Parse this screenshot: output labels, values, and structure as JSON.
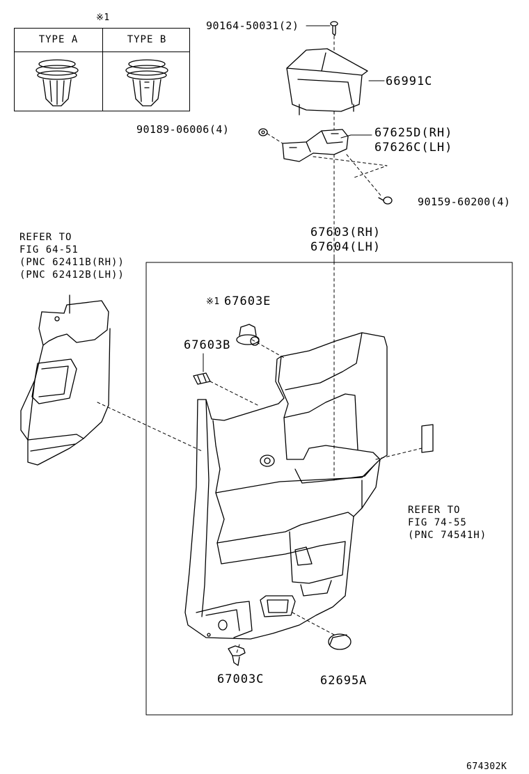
{
  "legend": {
    "mark": "※1",
    "type_a": "TYPE A",
    "type_b": "TYPE B"
  },
  "parts": {
    "screw": "90164-50031(2)",
    "box": "66991C",
    "clip_bracket": "90189-06006(4)",
    "bracket_rh": "67625D(RH)",
    "bracket_lh": "67626C(LH)",
    "bolt": "90159-60200(4)",
    "panel_rh": "67603(RH)",
    "panel_lh": "67604(LH)",
    "clip_e_mark": "※1",
    "clip_e": "67603E",
    "clip_b": "67603B",
    "clip_c": "67003C",
    "cap": "62695A"
  },
  "refs": {
    "left": [
      "REFER TO",
      "FIG 64-51",
      "(PNC 62411B(RH))",
      "(PNC 62412B(LH))"
    ],
    "right": [
      "REFER TO",
      "FIG 74-55",
      "(PNC 74541H)"
    ]
  },
  "figure_code": "674302K"
}
